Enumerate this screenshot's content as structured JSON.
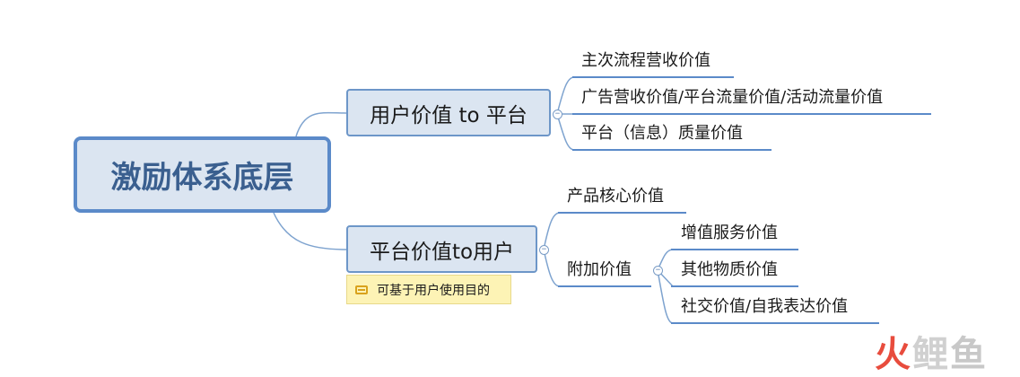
{
  "root": {
    "label": "激励体系底层"
  },
  "branches": [
    {
      "label": "用户价值 to 平台",
      "children": [
        {
          "label": "主次流程营收价值"
        },
        {
          "label": "广告营收价值/平台流量价值/活动流量价值"
        },
        {
          "label": "平台（信息）质量价值"
        }
      ]
    },
    {
      "label": "平台价值to用户",
      "note": "可基于用户使用目的",
      "children": [
        {
          "label": "产品核心价值"
        },
        {
          "label": "附加价值",
          "children": [
            {
              "label": "增值服务价值"
            },
            {
              "label": "其他物质价值"
            },
            {
              "label": "社交价值/自我表达价值"
            }
          ]
        }
      ]
    }
  ],
  "watermark": {
    "part1": "火",
    "part2": "鲤",
    "part3": "鱼"
  },
  "colors": {
    "line": "#6d96c8",
    "node_fill": "#dbe5f1",
    "root_border": "#5b8ac9",
    "note_fill": "#fdf3b5"
  },
  "icons": {
    "collapse": "minus-circle-icon",
    "note": "note-icon"
  }
}
